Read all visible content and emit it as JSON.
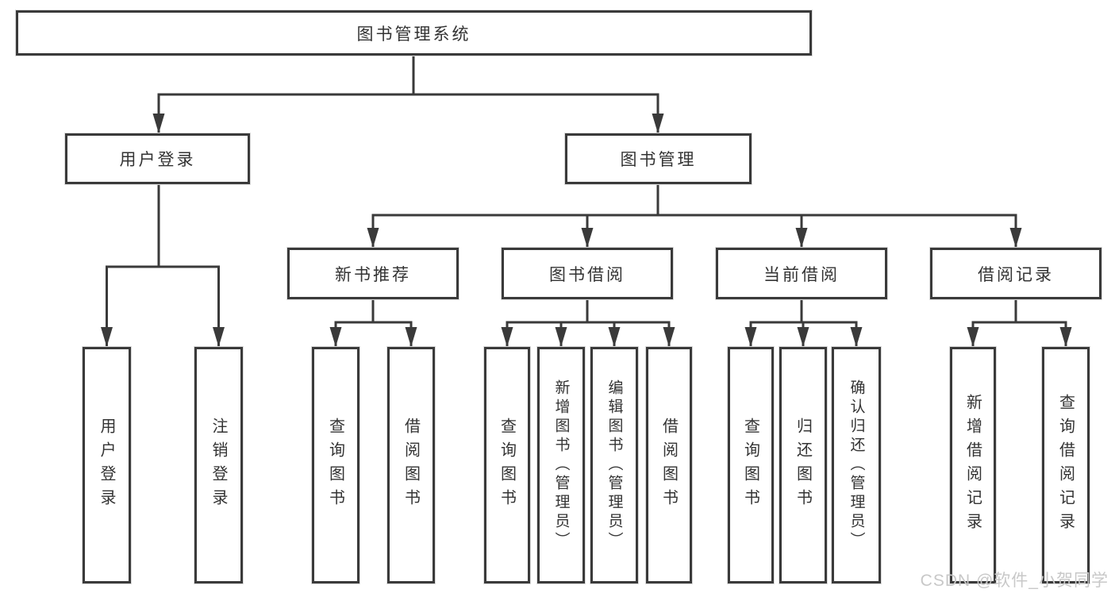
{
  "diagram": {
    "root": "图书管理系统",
    "branches": [
      {
        "label": "用户登录",
        "children": [
          "用户登录",
          "注销登录"
        ]
      },
      {
        "label": "图书管理",
        "sections": [
          {
            "label": "新书推荐",
            "children": [
              "查询图书",
              "借阅图书"
            ]
          },
          {
            "label": "图书借阅",
            "children": [
              "查询图书",
              "新增图书（管理员）",
              "编辑图书（管理员）",
              "借阅图书"
            ]
          },
          {
            "label": "当前借阅",
            "children": [
              "查询图书",
              "归还图书",
              "确认归还（管理员）"
            ]
          },
          {
            "label": "借阅记录",
            "children": [
              "新增借阅记录",
              "查询借阅记录"
            ]
          }
        ]
      }
    ]
  },
  "colors": {
    "line": "#3a3a3a",
    "box_border": "#3a3a3a",
    "box_fill": "#ffffff",
    "text": "#333333",
    "watermark_text": "#c8c8c8"
  },
  "watermark": "CSDN @软件_小贺同学"
}
